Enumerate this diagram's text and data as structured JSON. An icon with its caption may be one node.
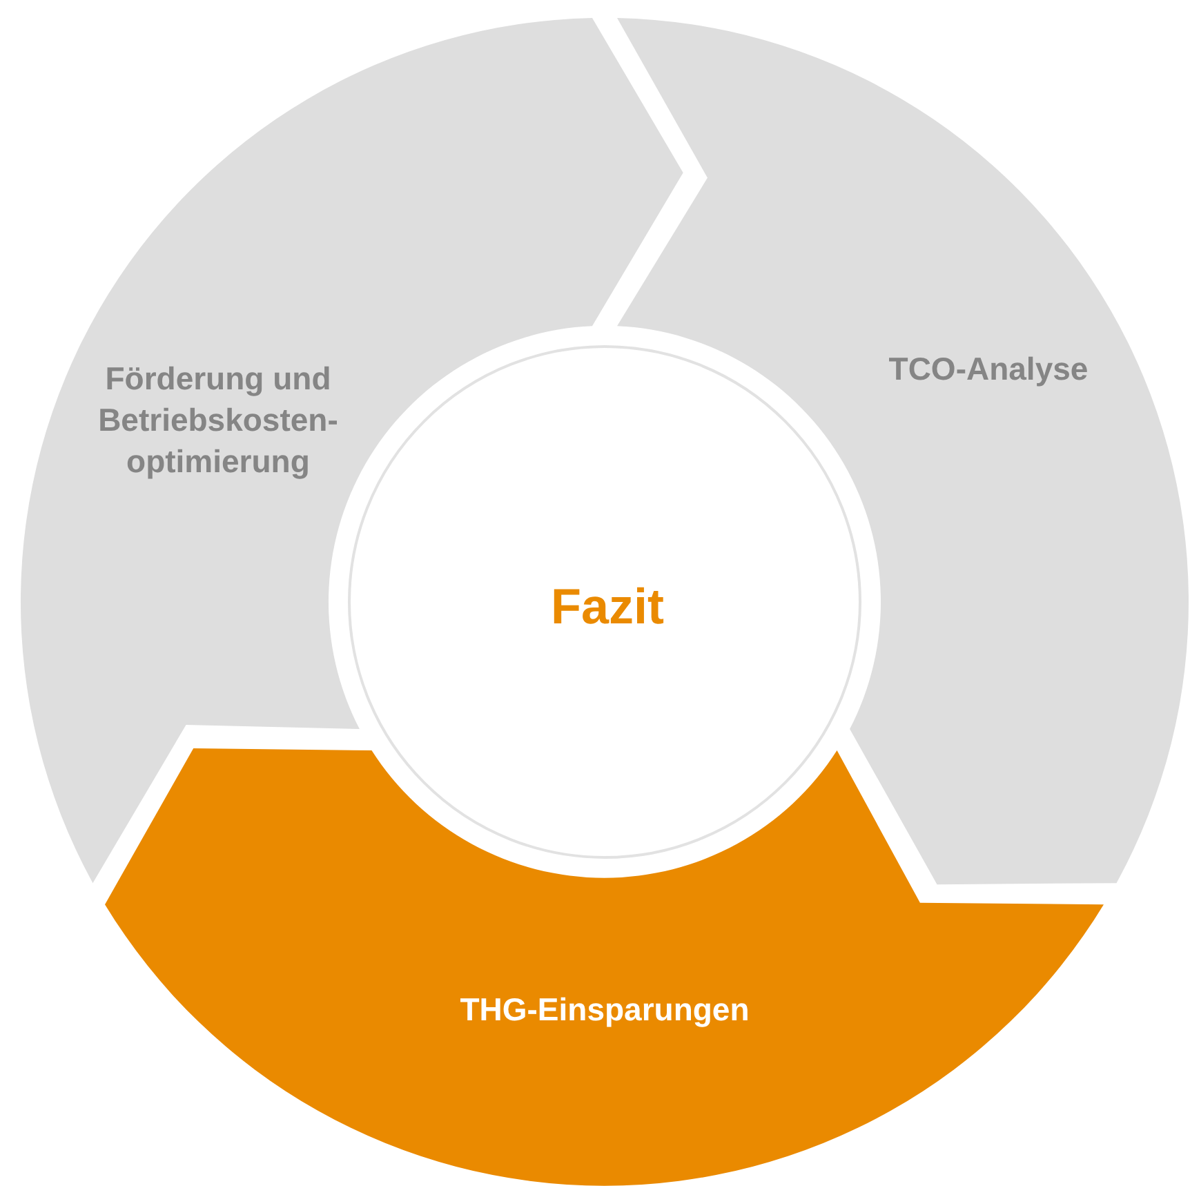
{
  "diagram": {
    "nodes": [
      {
        "text": [
          "Förderung und Betriebskosten-optimierung"
        ]
      },
      {
        "text": [
          "TCO-Analyse"
        ]
      },
      {
        "text": [
          "Fazit"
        ]
      },
      {
        "text": [
          "THG-Einsparungen"
        ]
      }
    ]
  }
}
